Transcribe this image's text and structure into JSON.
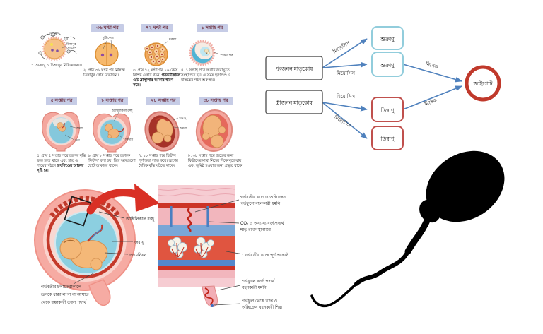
{
  "figure_type": "biology-education-collage",
  "language": "Bengali",
  "colors": {
    "chip_bg": "#c6cce6",
    "arrow_blue": "#4f81bd",
    "sperm_box_border": "#92cddc",
    "egg_box_border": "#c0504d",
    "zygote_ring": "#c0392b",
    "zoom_arrow_red": "#d93025",
    "sperm_silhouette": "#000000"
  },
  "stages": {
    "cells": [
      {
        "header": "",
        "fig_labels": {
          "a": "শুক্রাণু",
          "b": "ডিম্বাণুর",
          "c": "মেমব্রেন"
        },
        "caption": "১. শুক্রাণু ও ডিম্বাণুর নিষিক্তকরণ।",
        "bold": ""
      },
      {
        "header": "৩৬ ঘণ্টা পর",
        "fig_labels": {
          "a": "দুটি কোষ"
        },
        "caption": "২. প্রায় ৩৬ ঘণ্টা পর নিষিক্ত ডিম্বাণুর কোষ বিভাজন।",
        "bold": ""
      },
      {
        "header": "৭২ ঘণ্টা পর",
        "fig_labels": {
          "a": "মরুলা"
        },
        "caption": "৩. প্রায় ৭২ ঘণ্টা পর ১৬ কোষ বিশিষ্ট একটি গঠন;",
        "bold": "পরবর্তীকালে এটি ব্লাস্টুলার আকার ধারণ করে।"
      },
      {
        "header": "১ সপ্তাহ পর",
        "fig_labels": {
          "a": "ভ্রূণ স্তর"
        },
        "caption": "৪. ১ সপ্তাহ পরে ভ্রূণটি জরায়ুতে সংস্থাপিত হয়। এ সময় হৃৎপিণ্ড ও মস্তিষ্কের গঠন শুরু হয়।",
        "bold": ""
      },
      {
        "header": "৫ সপ্তাহ পর",
        "fig_labels": {
          "a": "অমরা",
          "b": "ভ্রূণ"
        },
        "caption": "৫. প্রায় ৫ সপ্তাহ পরে ভ্রূণের বৃদ্ধি দ্রুত হতে থাকে এবং হাত ও পায়ের গঠনে",
        "bold": "হৃৎপিণ্ডের আকার সৃষ্টি হয়।"
      },
      {
        "header": "৮ সপ্তাহ পর",
        "fig_labels": {
          "a": "আম্বিলিকাল রজ্জু",
          "b": "ফিটাস"
        },
        "caption": "৬. প্রায় ৮ সপ্তাহ পরে ভ্রূণকে ‘ফিটাস’ বলা হয়। ভিন্ন অঙ্গগুলো ছোট আকারে থাকে।",
        "bold": ""
      },
      {
        "header": "২৮ সপ্তাহ পর",
        "fig_labels": {
          "a": "জরায়ু",
          "b": "অমরা"
        },
        "caption": "৭. ২৮ সপ্তাহ পরে ফিটাস পূর্ণাঙ্গতা লাভ করে। ভ্রূণের দৈহিক বৃদ্ধি ঘটতে থাকে।",
        "bold": ""
      },
      {
        "header": "৩৮ সপ্তাহ পর",
        "fig_labels": {},
        "caption": "৮. ৩৮ সপ্তাহ পরে জন্মের জন্য ফিটাসের মাথা নিচের দিকে ঘুরে যায় এবং ভূমিষ্ঠ হওয়ার জন্য প্রস্তুত থাকে।",
        "bold": ""
      }
    ]
  },
  "flowchart": {
    "male_cell": "পুংজনন মাতৃকোষ",
    "female_cell": "স্ত্রীজনন মাতৃকোষ",
    "meiosis": "মিয়োসিস",
    "fertilization": "নিষেক",
    "sperm": "শুক্রাণু",
    "egg": "ডিম্বাণু",
    "zygote": "জাইগোট"
  },
  "uterus_detail": {
    "labels": [
      "আম্বিলিকাল রজ্জু",
      "জরায়ু",
      "অ্যামনিয়ন"
    ],
    "caption_lines": [
      "গর্ভবতীর চলাফেরাকালে",
      "ভ্রূণকে ধাক্কা লাগা বা আঘাত",
      "থেকে রক্ষাকারী তরল পদার্থ"
    ]
  },
  "placenta": {
    "labels": [
      {
        "l1": "গর্ভবতীর খাদ্য ও অক্সিজেন",
        "l2": "গর্ভফুলে বহনকারী ধমনি"
      },
      {
        "l1": "CO₂ ও অন্যান্য বর্জ্যপদার্থ",
        "l2": "মাতৃ রক্তে স্থানান্তর"
      },
      {
        "l1": "গর্ভবতীর রক্তে পূর্ণ প্রকোষ্ঠ",
        "l2": ""
      },
      {
        "l1": "গর্ভফুলে বর্জ্য পদার্থ",
        "l2": "বহনকারী ধমনি"
      },
      {
        "l1": "গর্ভফুল থেকে খাদ্য ও",
        "l2": "অক্সিজেন বহনকারী শিরা"
      }
    ]
  }
}
